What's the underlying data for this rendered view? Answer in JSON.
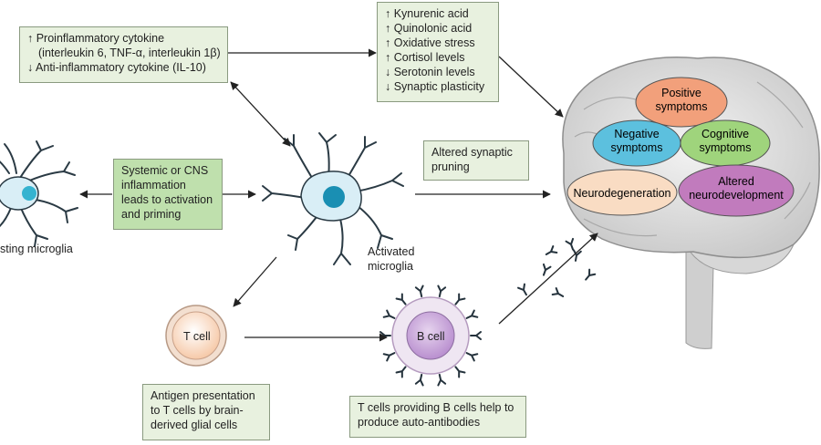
{
  "cytokine_box": {
    "lines": [
      "↑ Proinflammatory cytokine",
      "(interleukin 6, TNF-α, interleukin 1β)",
      "↓ Anti-inflammatory cytokine (IL-10)"
    ]
  },
  "metabolite_box": {
    "lines": [
      "↑ Kynurenic acid",
      "↑ Quinolonic acid",
      "↑ Oxidative stress",
      "↑ Cortisol levels",
      "↓ Serotonin levels",
      "↓ Synaptic plasticity"
    ]
  },
  "activation_box": {
    "lines": [
      "Systemic or CNS",
      "inflammation",
      "leads to activation",
      "and priming"
    ]
  },
  "pruning_box": {
    "lines": [
      "Altered synaptic",
      "pruning"
    ]
  },
  "antigen_box": {
    "lines": [
      "Antigen presentation",
      "to T cells by brain-",
      "derived glial cells"
    ]
  },
  "bcell_help_box": {
    "lines": [
      "T cells providing B cells help to",
      "produce auto-antibodies"
    ]
  },
  "resting_microglia_label": "sting microglia",
  "activated_microglia_label": {
    "lines": [
      "Activated",
      "microglia"
    ]
  },
  "tcell_label": "T cell",
  "bcell_label": "B cell",
  "symptoms": {
    "positive": "Positive\nsymptoms",
    "negative": "Negative\nsymptoms",
    "cognitive": "Cognitive\nsymptoms",
    "neurodegeneration": "Neurodegeneration",
    "neurodevelopment": "Altered\nneurodevelopment"
  },
  "colors": {
    "box_fill": "#e8f1df",
    "box_green": "#bfe0ad",
    "cell_cyan": "#35b3d0",
    "cell_light": "#d9eef6",
    "positive": "#f2a07b",
    "negative": "#5cc0de",
    "cognitive": "#9fd47c",
    "neurodegeneration": "#f9dcc3",
    "neurodevelopment": "#c17bbd",
    "tcell": "#f6c9a8",
    "bcell": "#c9a4d6"
  }
}
